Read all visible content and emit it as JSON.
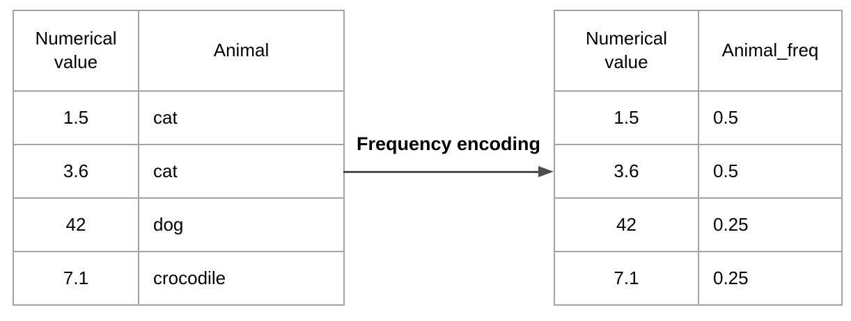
{
  "diagram": {
    "title": "Frequency encoding",
    "arrow_direction": "right"
  },
  "left_table": {
    "headers": [
      "Numerical value",
      "Animal"
    ],
    "rows": [
      [
        "1.5",
        "cat"
      ],
      [
        "3.6",
        "cat"
      ],
      [
        "42",
        "dog"
      ],
      [
        "7.1",
        "crocodile"
      ]
    ]
  },
  "right_table": {
    "headers": [
      "Numerical value",
      "Animal_freq"
    ],
    "rows": [
      [
        "1.5",
        "0.5"
      ],
      [
        "3.6",
        "0.5"
      ],
      [
        "42",
        "0.25"
      ],
      [
        "7.1",
        "0.25"
      ]
    ]
  },
  "colors": {
    "border": "#a3a3a3",
    "arrow": "#4d4d4d",
    "text": "#000000",
    "background": "#ffffff"
  }
}
